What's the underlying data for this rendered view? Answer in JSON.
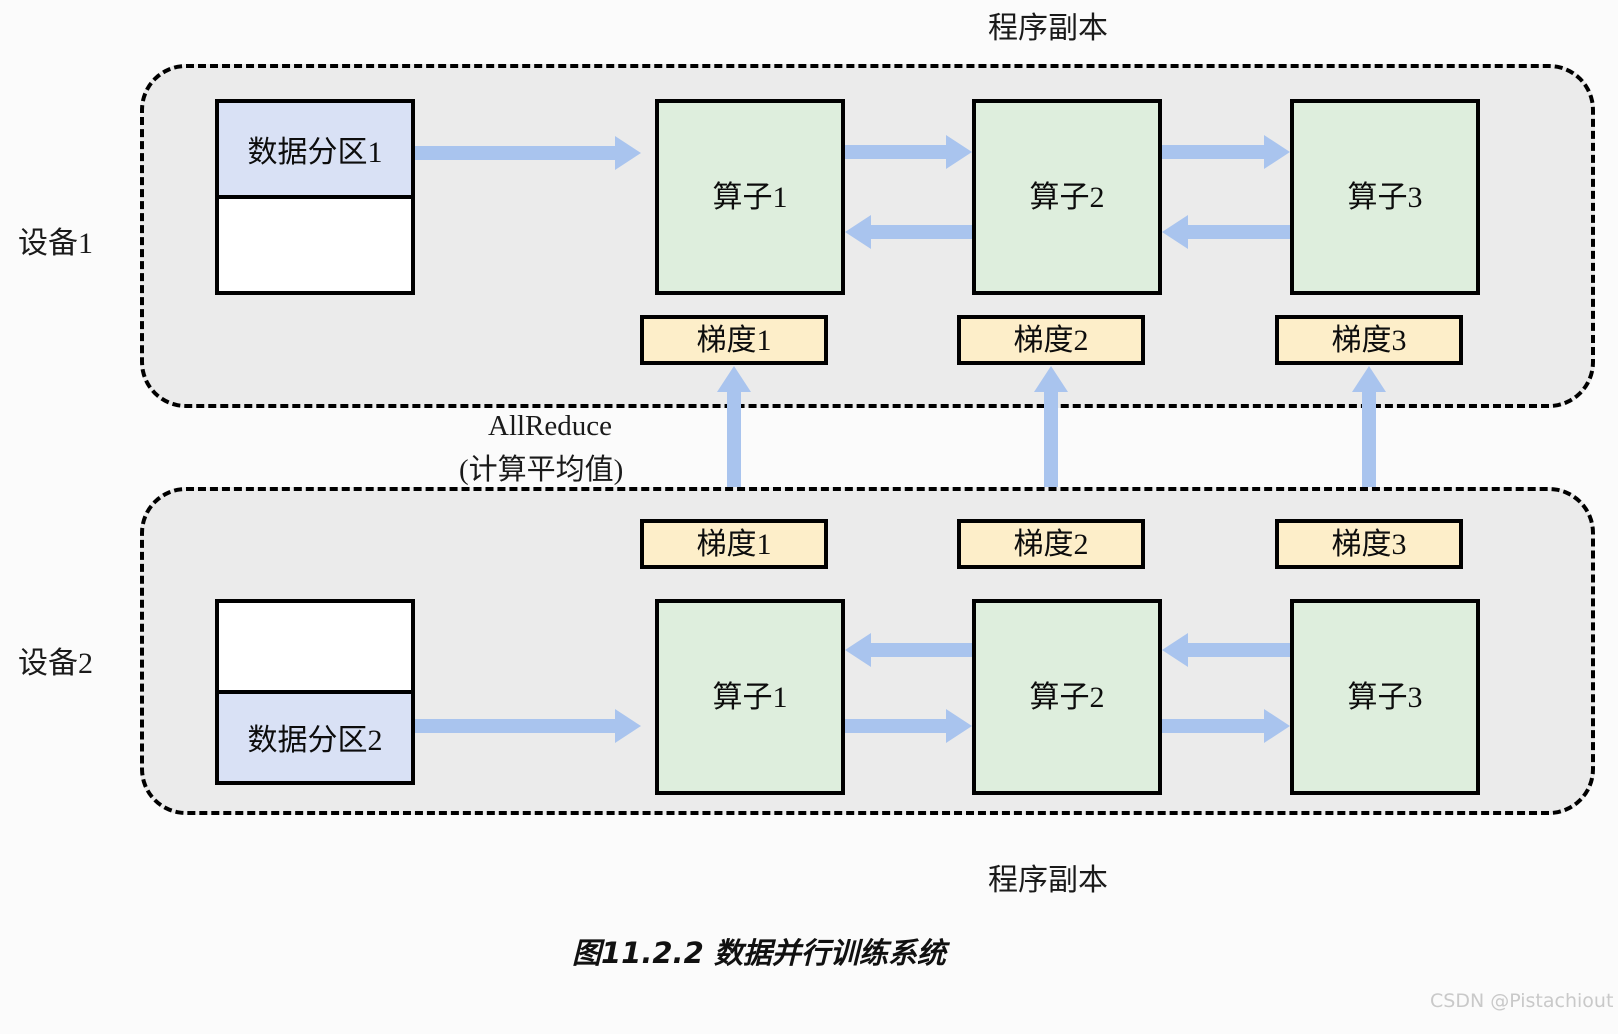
{
  "figure": {
    "top_title": "程序副本",
    "bottom_title": "程序副本",
    "caption": "图11.2.2 数据并行训练系统",
    "watermark": "CSDN @Pistachiout"
  },
  "colors": {
    "canvas_bg": "#fbfbfb",
    "device_bg": "#ebebeb",
    "device_border": "#000000",
    "operator_fill": "#deeedd",
    "gradient_fill": "#fdeec9",
    "partition_fill": "#d9e1f5",
    "partition_empty": "#ffffff",
    "arrow_blue": "#a9c4ee",
    "text": "#1a1a1a",
    "watermark": "#c9c9c9"
  },
  "allreduce": {
    "line1": "AllReduce",
    "line2": "(计算平均值)"
  },
  "devices": [
    {
      "name": "设备1",
      "partition": {
        "filled_label": "数据分区1",
        "empty_label": "",
        "filled_position": "top"
      },
      "operators": [
        {
          "label": "算子1"
        },
        {
          "label": "算子2"
        },
        {
          "label": "算子3"
        }
      ],
      "gradients": [
        {
          "label": "梯度1"
        },
        {
          "label": "梯度2"
        },
        {
          "label": "梯度3"
        }
      ]
    },
    {
      "name": "设备2",
      "partition": {
        "filled_label": "数据分区2",
        "empty_label": "",
        "filled_position": "bottom"
      },
      "operators": [
        {
          "label": "算子1"
        },
        {
          "label": "算子2"
        },
        {
          "label": "算子3"
        }
      ],
      "gradients": [
        {
          "label": "梯度1"
        },
        {
          "label": "梯度2"
        },
        {
          "label": "梯度3"
        }
      ]
    }
  ]
}
